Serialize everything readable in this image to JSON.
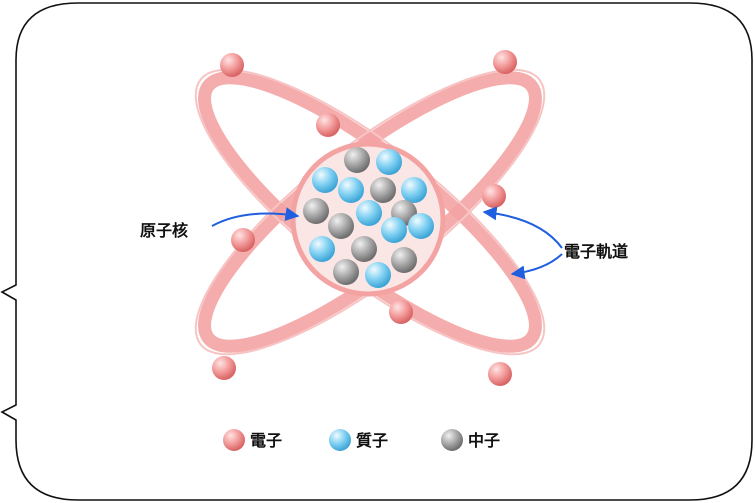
{
  "labels": {
    "nucleus": "原子核",
    "orbit": "電子軌道"
  },
  "legend": [
    {
      "name": "electron",
      "text": "電子",
      "color": "#f08a8a"
    },
    {
      "name": "proton",
      "text": "質子",
      "color": "#7fd0f2"
    },
    {
      "name": "neutron",
      "text": "中子",
      "color": "#9c9c9c"
    }
  ],
  "colors": {
    "orbit": "#f4a3a3",
    "arrow": "#1f5fe0",
    "frame": "#111111",
    "nucleus_fill": "#fbe6e6"
  }
}
